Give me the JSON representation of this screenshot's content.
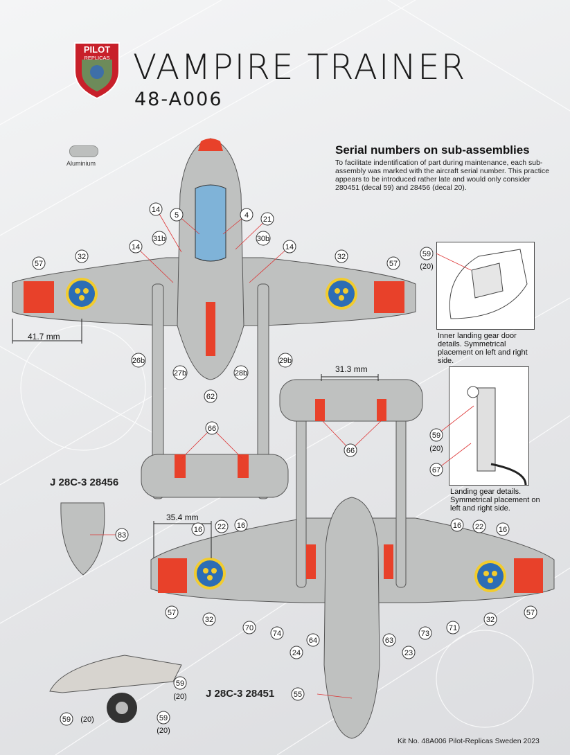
{
  "header": {
    "title": "VAMPIRE TRAINER",
    "kit_code": "48-A006",
    "logo_text_1": "PILOT",
    "logo_text_2": "REPLICAS"
  },
  "legend": {
    "swatch_label": "Aluminium",
    "swatch_color": "#bdbfbe"
  },
  "note": {
    "heading": "Serial numbers on sub-assemblies",
    "body": "To facilitate indentification of part during maintenance, each sub-assembly was marked with the aircraft serial number. This practice appears to be introduced rather late and would only consider 280451 (decal 59) and 28456 (decal 20)."
  },
  "details": {
    "door_caption": "Inner landing gear door details. Symmetrical placement on left and right side.",
    "gear_caption": "Landing gear details. Symmetrical placement on left and right side."
  },
  "variants": {
    "v1": "J 28C-3 28456",
    "v2": "J 28C-3 28451"
  },
  "measurements": {
    "wing_top": "41.7 mm",
    "tail_top": "31.3 mm",
    "wing_bottom": "35.4 mm"
  },
  "footer": {
    "kit_text": "Kit No. 48A006 Pilot-Replicas Sweden 2023"
  },
  "colors": {
    "aircraft": "#bfc1c0",
    "red": "#e8412a",
    "canopy": "#7fb3d8",
    "roundel_blue": "#2c6db5",
    "roundel_yellow": "#f2cc2e"
  },
  "callouts": [
    "14",
    "5",
    "4",
    "21",
    "31b",
    "30b",
    "14",
    "14",
    "57",
    "32",
    "32",
    "57",
    "26b",
    "27b",
    "28b",
    "29b",
    "62",
    "66",
    "66",
    "83",
    "16",
    "22",
    "16",
    "16",
    "22",
    "16",
    "57",
    "32",
    "70",
    "74",
    "24",
    "64",
    "63",
    "23",
    "73",
    "71",
    "32",
    "57",
    "55",
    "59",
    "(20)",
    "59",
    "(20)",
    "67",
    "59",
    "(20)",
    "59",
    "(20)",
    "59",
    "(20)"
  ]
}
